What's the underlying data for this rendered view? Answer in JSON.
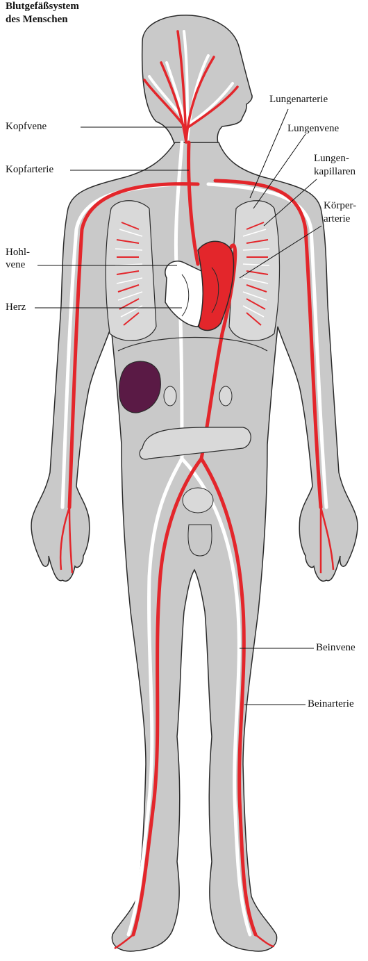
{
  "title": {
    "line1": "Blutgefäßsystem",
    "line2": "des Menschen"
  },
  "labels": {
    "kopfvene": "Kopfvene",
    "kopfarterie": "Kopfarterie",
    "hohlvene_1": "Hohl-",
    "hohlvene_2": "vene",
    "herz": "Herz",
    "lungenarterie": "Lungenarterie",
    "lungenvene": "Lungenvene",
    "lungenkapillaren_1": "Lungen-",
    "lungenkapillaren_2": "kapillaren",
    "koerperarterie_1": "Körper-",
    "koerperarterie_2": "arterie",
    "beinvene": "Beinvene",
    "beinarterie": "Beinarterie"
  },
  "colors": {
    "body": "#c9c9c9",
    "artery": "#e3262b",
    "vein": "#ffffff",
    "liver": "#5a1a45",
    "outline": "#2a2a2a"
  }
}
